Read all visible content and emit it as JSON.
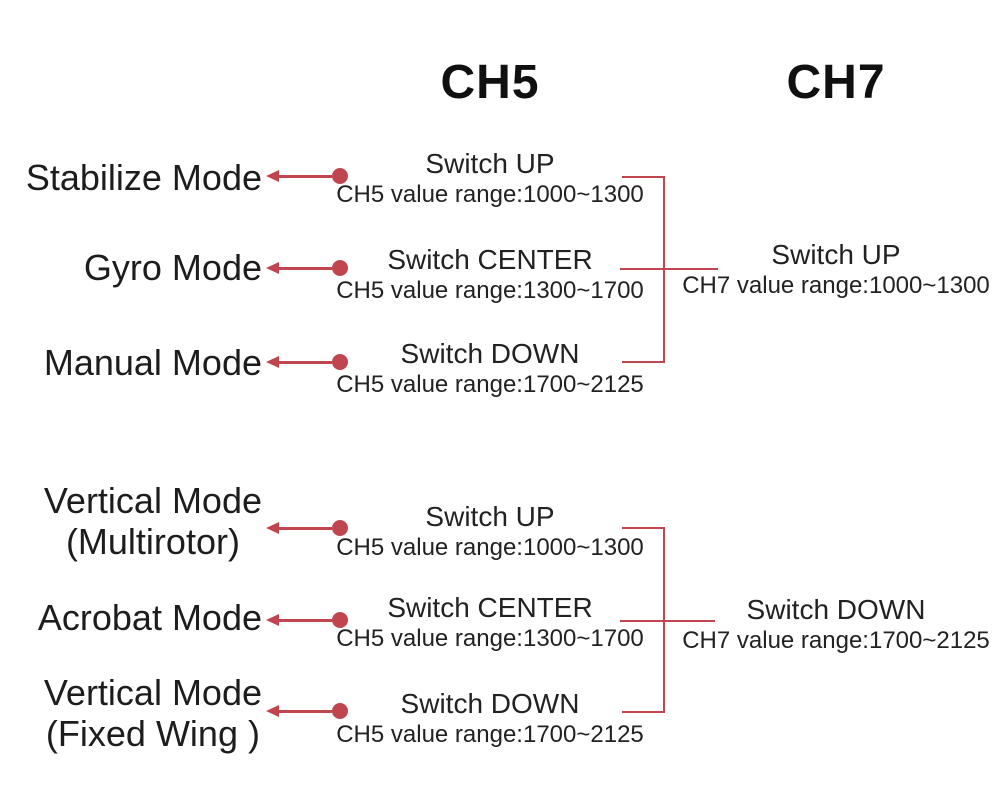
{
  "colors": {
    "accent": "#c0454e",
    "ink": "#1d1d1d",
    "background": "#ffffff"
  },
  "headers": {
    "ch5": "CH5",
    "ch7": "CH7"
  },
  "groups": [
    {
      "ch7": {
        "switch": "Switch UP",
        "range": "CH7 value range:1000~1300"
      },
      "rows": [
        {
          "mode": "Stabilize Mode",
          "switch": "Switch UP",
          "range": "CH5 value range:1000~1300"
        },
        {
          "mode": "Gyro Mode",
          "switch": "Switch CENTER",
          "range": "CH5 value range:1300~1700"
        },
        {
          "mode": "Manual Mode",
          "switch": "Switch DOWN",
          "range": "CH5 value range:1700~2125"
        }
      ]
    },
    {
      "ch7": {
        "switch": "Switch DOWN",
        "range": "CH7 value range:1700~2125"
      },
      "rows": [
        {
          "mode": "Vertical Mode",
          "mode2": "(Multirotor)",
          "switch": "Switch UP",
          "range": "CH5 value range:1000~1300"
        },
        {
          "mode": "Acrobat Mode",
          "mode2": "",
          "switch": "Switch CENTER",
          "range": "CH5 value range:1300~1700"
        },
        {
          "mode": "Vertical Mode",
          "mode2": "(Fixed Wing )",
          "switch": "Switch DOWN",
          "range": "CH5 value range:1700~2125"
        }
      ]
    }
  ]
}
